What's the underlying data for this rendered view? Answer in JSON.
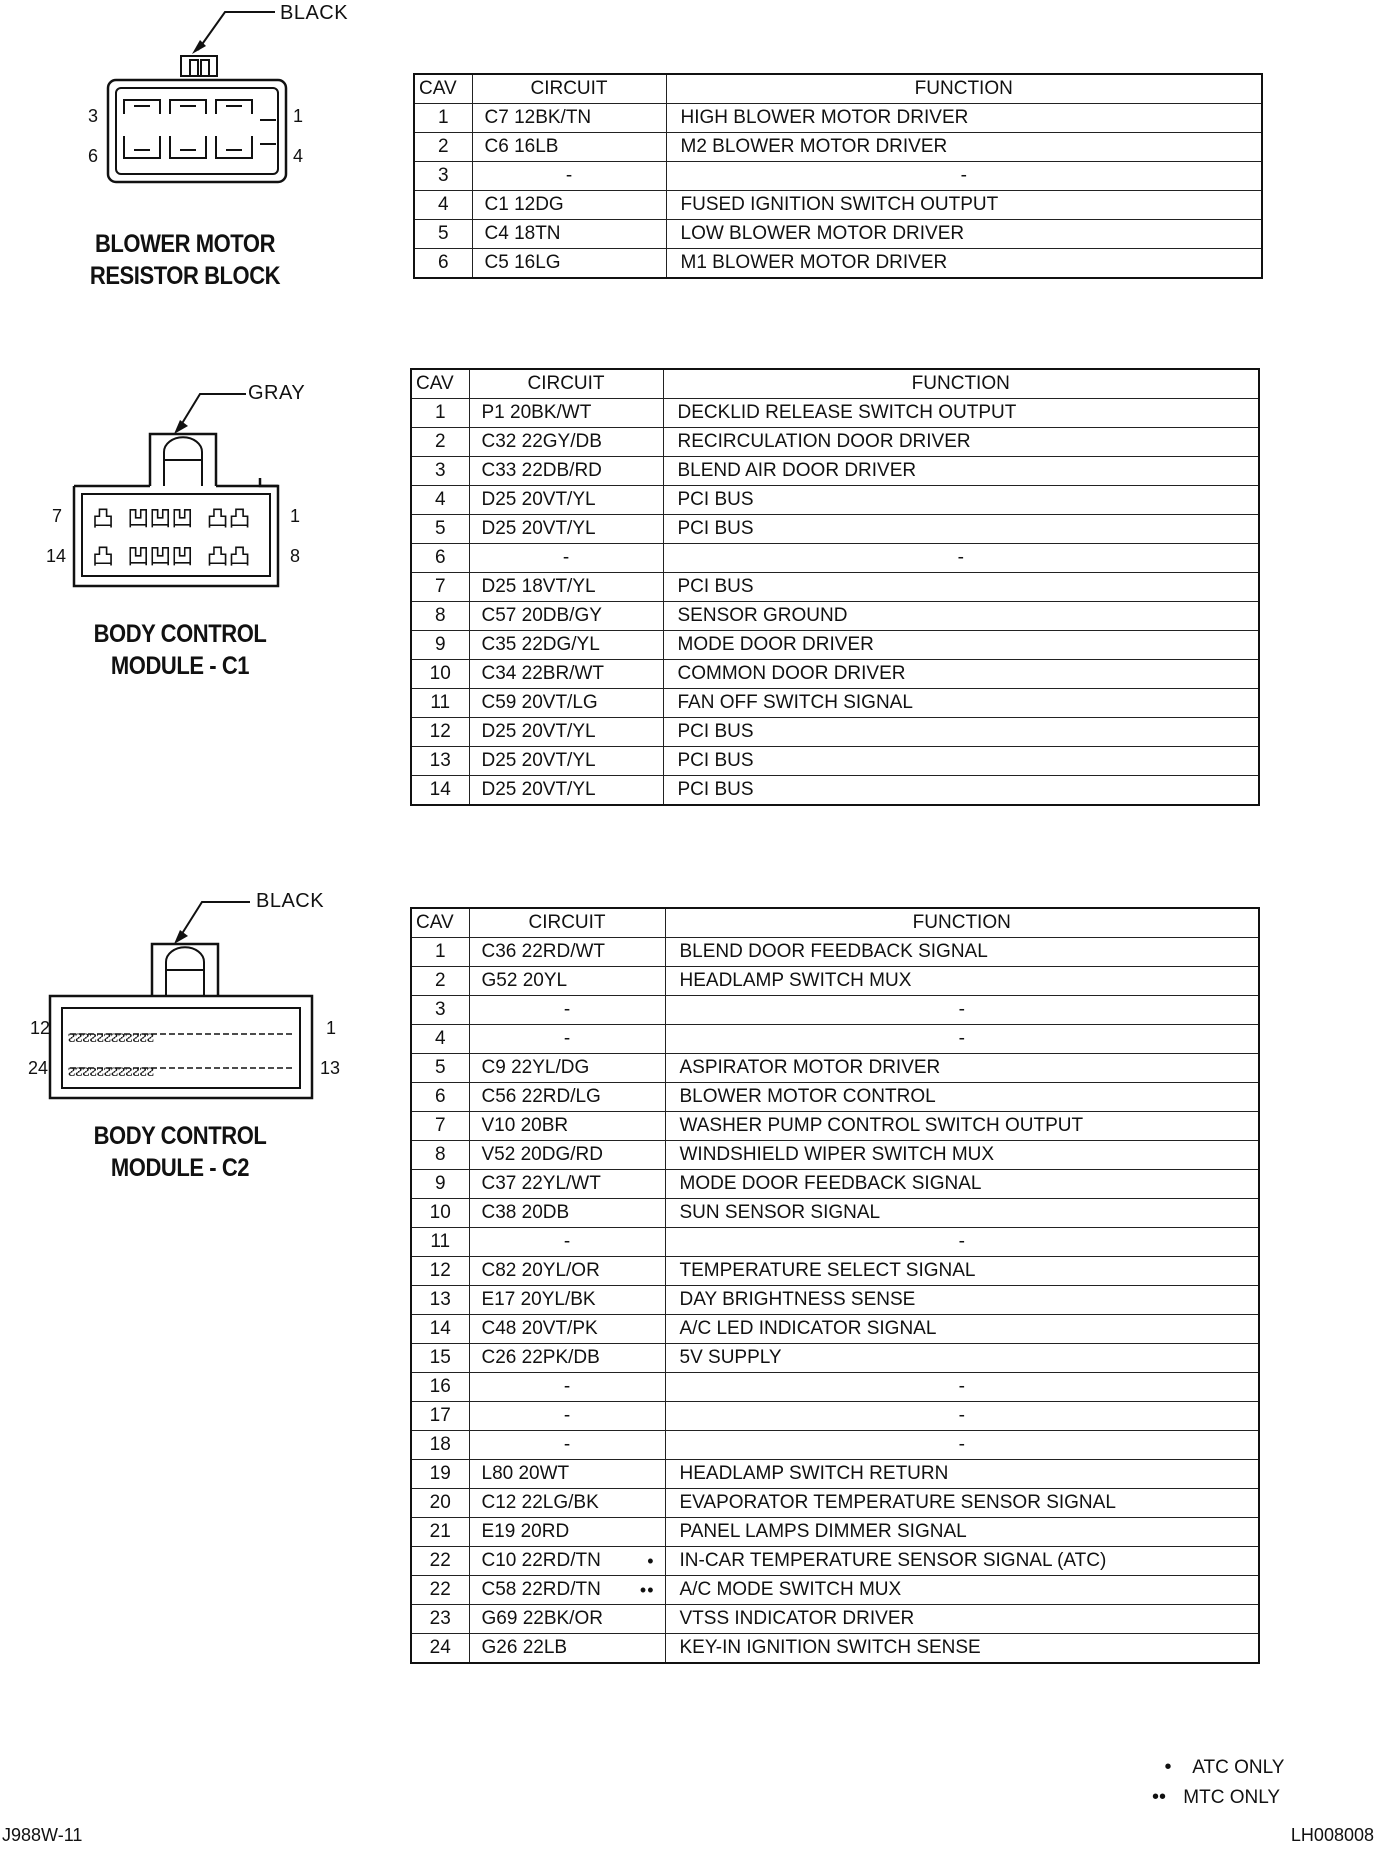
{
  "connectors": [
    {
      "title_line1": "BLOWER MOTOR",
      "title_line2": "RESISTOR BLOCK",
      "color": "BLACK",
      "pin_labels": {
        "top_left": "3",
        "top_right": "1",
        "bottom_left": "6",
        "bottom_right": "4"
      },
      "headers": {
        "cav": "CAV",
        "circuit": "CIRCUIT",
        "function": "FUNCTION"
      },
      "rows": [
        {
          "cav": "1",
          "circuit": "C7 12BK/TN",
          "function": "HIGH BLOWER MOTOR DRIVER",
          "note": ""
        },
        {
          "cav": "2",
          "circuit": "C6 16LB",
          "function": "M2 BLOWER MOTOR DRIVER",
          "note": ""
        },
        {
          "cav": "3",
          "circuit": "-",
          "function": "-",
          "note": ""
        },
        {
          "cav": "4",
          "circuit": "C1 12DG",
          "function": "FUSED IGNITION SWITCH OUTPUT",
          "note": ""
        },
        {
          "cav": "5",
          "circuit": "C4 18TN",
          "function": "LOW BLOWER MOTOR DRIVER",
          "note": ""
        },
        {
          "cav": "6",
          "circuit": "C5 16LG",
          "function": "M1 BLOWER MOTOR DRIVER",
          "note": ""
        }
      ]
    },
    {
      "title_line1": "BODY CONTROL",
      "title_line2": "MODULE - C1",
      "color": "GRAY",
      "pin_labels": {
        "top_left": "7",
        "top_right": "1",
        "bottom_left": "14",
        "bottom_right": "8"
      },
      "headers": {
        "cav": "CAV",
        "circuit": "CIRCUIT",
        "function": "FUNCTION"
      },
      "rows": [
        {
          "cav": "1",
          "circuit": "P1 20BK/WT",
          "function": "DECKLID RELEASE SWITCH OUTPUT",
          "note": ""
        },
        {
          "cav": "2",
          "circuit": "C32 22GY/DB",
          "function": "RECIRCULATION DOOR DRIVER",
          "note": ""
        },
        {
          "cav": "3",
          "circuit": "C33 22DB/RD",
          "function": "BLEND AIR DOOR DRIVER",
          "note": ""
        },
        {
          "cav": "4",
          "circuit": "D25 20VT/YL",
          "function": "PCI BUS",
          "note": ""
        },
        {
          "cav": "5",
          "circuit": "D25 20VT/YL",
          "function": "PCI BUS",
          "note": ""
        },
        {
          "cav": "6",
          "circuit": "-",
          "function": "-",
          "note": ""
        },
        {
          "cav": "7",
          "circuit": "D25 18VT/YL",
          "function": "PCI BUS",
          "note": ""
        },
        {
          "cav": "8",
          "circuit": "C57 20DB/GY",
          "function": "SENSOR GROUND",
          "note": ""
        },
        {
          "cav": "9",
          "circuit": "C35 22DG/YL",
          "function": "MODE DOOR DRIVER",
          "note": ""
        },
        {
          "cav": "10",
          "circuit": "C34 22BR/WT",
          "function": "COMMON DOOR DRIVER",
          "note": ""
        },
        {
          "cav": "11",
          "circuit": "C59 20VT/LG",
          "function": "FAN OFF SWITCH SIGNAL",
          "note": ""
        },
        {
          "cav": "12",
          "circuit": "D25 20VT/YL",
          "function": "PCI BUS",
          "note": ""
        },
        {
          "cav": "13",
          "circuit": "D25 20VT/YL",
          "function": "PCI BUS",
          "note": ""
        },
        {
          "cav": "14",
          "circuit": "D25 20VT/YL",
          "function": "PCI BUS",
          "note": ""
        }
      ]
    },
    {
      "title_line1": "BODY CONTROL",
      "title_line2": "MODULE - C2",
      "color": "BLACK",
      "pin_labels": {
        "top_left": "12",
        "top_right": "1",
        "bottom_left": "24",
        "bottom_right": "13"
      },
      "headers": {
        "cav": "CAV",
        "circuit": "CIRCUIT",
        "function": "FUNCTION"
      },
      "rows": [
        {
          "cav": "1",
          "circuit": "C36 22RD/WT",
          "function": "BLEND DOOR FEEDBACK SIGNAL",
          "note": ""
        },
        {
          "cav": "2",
          "circuit": "G52 20YL",
          "function": "HEADLAMP SWITCH MUX",
          "note": ""
        },
        {
          "cav": "3",
          "circuit": "-",
          "function": "-",
          "note": ""
        },
        {
          "cav": "4",
          "circuit": "-",
          "function": "-",
          "note": ""
        },
        {
          "cav": "5",
          "circuit": "C9 22YL/DG",
          "function": "ASPIRATOR MOTOR DRIVER",
          "note": ""
        },
        {
          "cav": "6",
          "circuit": "C56 22RD/LG",
          "function": "BLOWER MOTOR CONTROL",
          "note": ""
        },
        {
          "cav": "7",
          "circuit": "V10 20BR",
          "function": "WASHER PUMP CONTROL SWITCH OUTPUT",
          "note": ""
        },
        {
          "cav": "8",
          "circuit": "V52 20DG/RD",
          "function": "WINDSHIELD WIPER SWITCH MUX",
          "note": ""
        },
        {
          "cav": "9",
          "circuit": "C37 22YL/WT",
          "function": "MODE DOOR FEEDBACK SIGNAL",
          "note": ""
        },
        {
          "cav": "10",
          "circuit": "C38 20DB",
          "function": "SUN SENSOR SIGNAL",
          "note": ""
        },
        {
          "cav": "11",
          "circuit": "-",
          "function": "-",
          "note": ""
        },
        {
          "cav": "12",
          "circuit": "C82 20YL/OR",
          "function": "TEMPERATURE SELECT SIGNAL",
          "note": ""
        },
        {
          "cav": "13",
          "circuit": "E17 20YL/BK",
          "function": "DAY BRIGHTNESS SENSE",
          "note": ""
        },
        {
          "cav": "14",
          "circuit": "C48 20VT/PK",
          "function": "A/C LED INDICATOR SIGNAL",
          "note": ""
        },
        {
          "cav": "15",
          "circuit": "C26 22PK/DB",
          "function": "5V SUPPLY",
          "note": ""
        },
        {
          "cav": "16",
          "circuit": "-",
          "function": "-",
          "note": ""
        },
        {
          "cav": "17",
          "circuit": "-",
          "function": "-",
          "note": ""
        },
        {
          "cav": "18",
          "circuit": "-",
          "function": "-",
          "note": ""
        },
        {
          "cav": "19",
          "circuit": "L80 20WT",
          "function": "HEADLAMP SWITCH RETURN",
          "note": ""
        },
        {
          "cav": "20",
          "circuit": "C12 22LG/BK",
          "function": "EVAPORATOR TEMPERATURE SENSOR SIGNAL",
          "note": ""
        },
        {
          "cav": "21",
          "circuit": "E19 20RD",
          "function": "PANEL LAMPS DIMMER SIGNAL",
          "note": ""
        },
        {
          "cav": "22",
          "circuit": "C10 22RD/TN",
          "function": "IN-CAR TEMPERATURE SENSOR SIGNAL (ATC)",
          "note": "•"
        },
        {
          "cav": "22",
          "circuit": "C58 22RD/TN",
          "function": "A/C MODE SWITCH MUX",
          "note": "••"
        },
        {
          "cav": "23",
          "circuit": "G69 22BK/OR",
          "function": "VTSS INDICATOR DRIVER",
          "note": ""
        },
        {
          "cav": "24",
          "circuit": "G26 22LB",
          "function": "KEY-IN IGNITION SWITCH SENSE",
          "note": ""
        }
      ]
    }
  ],
  "legend": [
    {
      "symbol": "•",
      "text": "ATC ONLY"
    },
    {
      "symbol": "••",
      "text": "MTC ONLY"
    }
  ],
  "footer": {
    "left": "J988W-11",
    "right": "LH008008"
  }
}
